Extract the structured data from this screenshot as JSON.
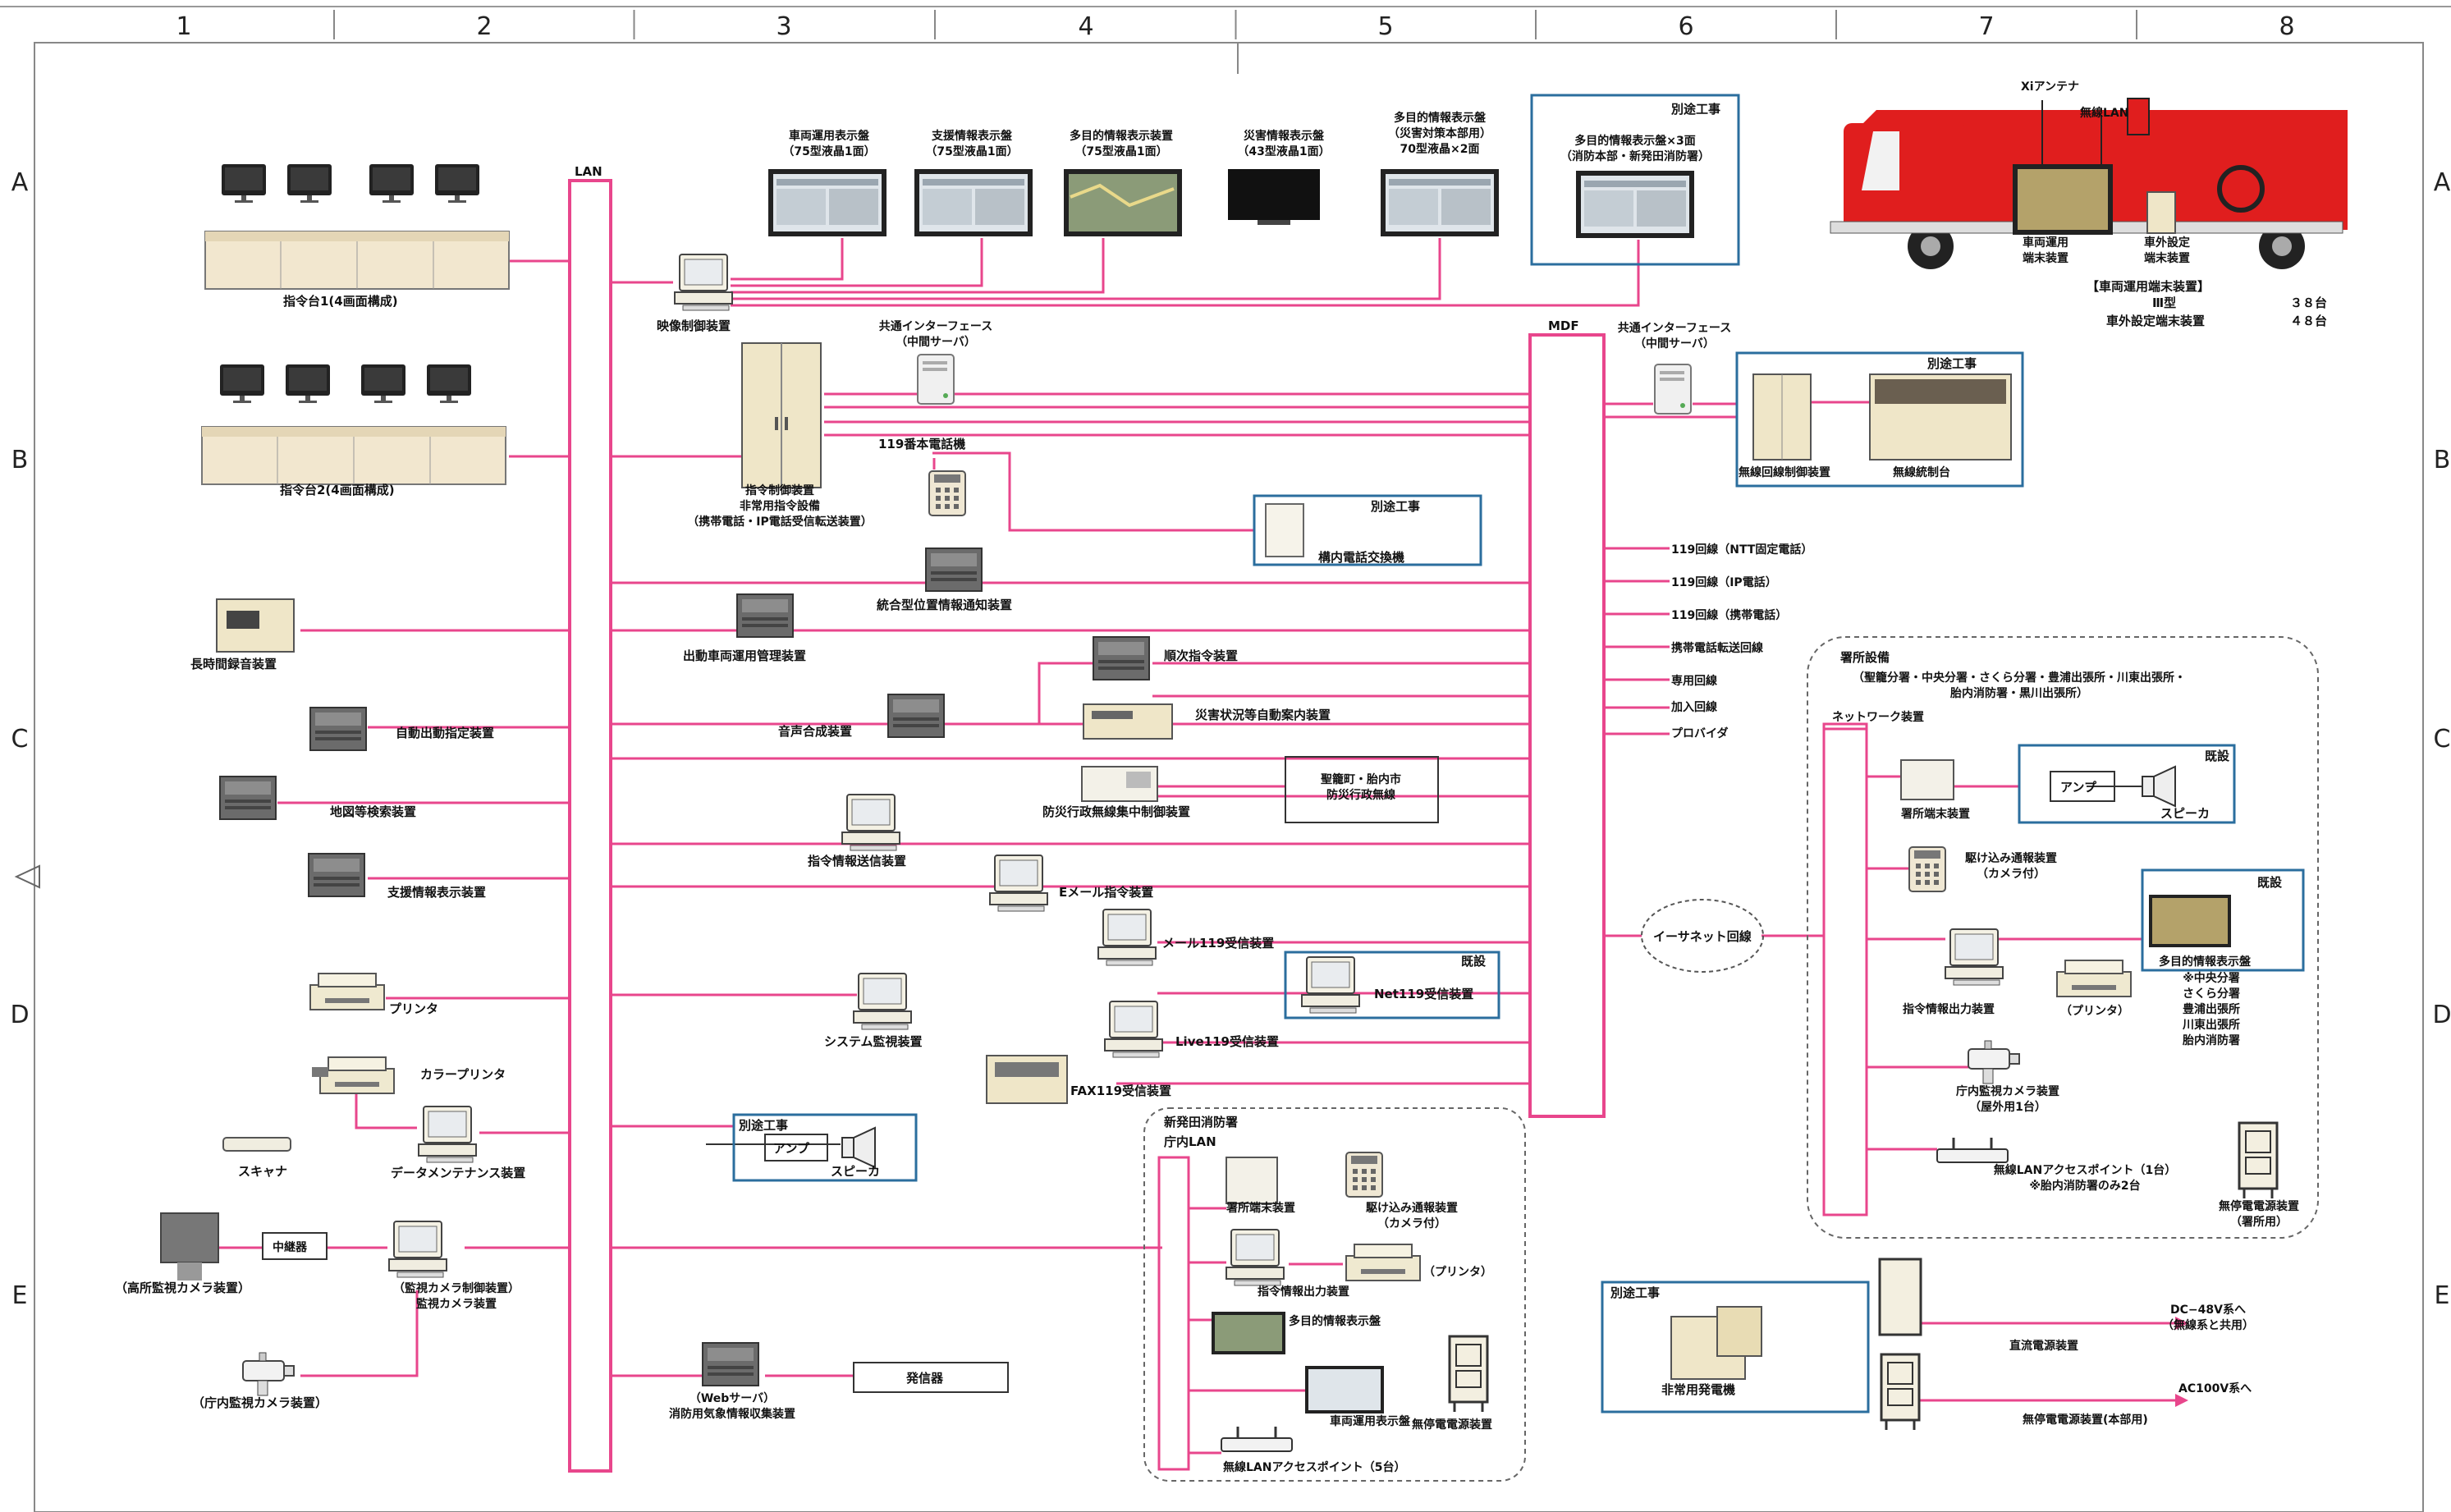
{
  "grid": {
    "columns": [
      "1",
      "2",
      "3",
      "4",
      "5",
      "6",
      "7",
      "8"
    ],
    "rows": [
      "A",
      "B",
      "C",
      "D",
      "E"
    ]
  },
  "colors": {
    "line": "#e8468c",
    "box_border": "#2b6e9e",
    "bus": "#e8468c"
  },
  "lan_label": "LAN",
  "mdf_label": "MDF",
  "consoles": [
    {
      "label": "指令台1(4画面構成)"
    },
    {
      "label": "指令台2(4画面構成)"
    }
  ],
  "displays": [
    {
      "label": "車両運用表示盤\n（75型液晶1面）"
    },
    {
      "label": "支援情報表示盤\n（75型液晶1面）"
    },
    {
      "label": "多目的情報表示装置\n（75型液晶1面）"
    },
    {
      "label": "災害情報表示盤\n（43型液晶1面）"
    },
    {
      "label": "多目的情報表示盤\n（災害対策本部用）\n70型液晶×2面"
    }
  ],
  "separate_display": {
    "tag": "別途工事",
    "label": "多目的情報表示盤×3面\n（消防本部・新発田消防署）"
  },
  "video_ctrl": "映像制御装置",
  "common_if_left": "共通インターフェース\n（中間サーバ）",
  "common_if_right": "共通インターフェース\n（中間サーバ）",
  "cmd_ctrl": "指令制御装置\n非常用指令設備\n（携帯電話・IP電話受信転送装置）",
  "phone119": "119番本電話機",
  "pbx": {
    "tag": "別途工事",
    "label": "構内電話交換機"
  },
  "radio_box": {
    "tag": "別途工事",
    "ctrl": "無線回線制御装置",
    "desk": "無線統制台"
  },
  "truck": {
    "antenna": "Xiアンテナ",
    "wlan": "無線LAN",
    "terminal": "車両運用\n端末装置",
    "ext": "車外設定\n端末装置",
    "spec_title": "【車両運用端末装置】",
    "spec_rows": [
      {
        "name": "Ⅲ型",
        "count": "３８台"
      },
      {
        "name": "車外設定端末装置",
        "count": "４８台"
      }
    ]
  },
  "lines": [
    "119回線（NTT固定電話）",
    "119回線（IP電話）",
    "119回線（携帯電話）",
    "携帯電話転送回線",
    "専用回線",
    "加入回線",
    "プロバイダ"
  ],
  "left_devices": [
    "長時間録音装置",
    "自動出動指定装置",
    "地図等検索装置",
    "支援情報表示装置",
    "プリンタ",
    "カラープリンタ",
    "スキャナ",
    "データメンテナンス装置",
    "（高所監視カメラ装置）",
    "中継器",
    "（監視カメラ制御装置）\n監視カメラ装置",
    "（庁内監視カメラ装置）"
  ],
  "center_devices": [
    "統合型位置情報通知装置",
    "出動車両運用管理装置",
    "順次指令装置",
    "音声合成装置",
    "災害状況等自動案内装置",
    "防災行政無線集中制御装置",
    "指令情報送信装置",
    "Eメール指令装置",
    "メール119受信装置",
    "システム監視装置",
    "Live119受信装置",
    "FAX119受信装置",
    "（Webサーバ）\n消防用気象情報収集装置",
    "発信器"
  ],
  "net119": {
    "tag": "既設",
    "label": "Net119受信装置"
  },
  "musen": "聖籠町・胎内市\n防災行政無線",
  "amp_box": {
    "tag": "別途工事",
    "amp": "アンプ",
    "spk": "スピーカ"
  },
  "shibata": {
    "title": "新発田消防署",
    "lan": "庁内LAN",
    "items": [
      "署所端末装置",
      "駆け込み通報装置\n（カメラ付）",
      "指令情報出力装置",
      "（プリンタ）",
      "多目的情報表示盤",
      "車両運用表示盤",
      "無停電電源装置",
      "無線LANアクセスポイント（5台）"
    ]
  },
  "ethernet": "イーサネット回線",
  "stations": {
    "title": "署所設備",
    "subtitle": "（聖籠分署・中央分署・さくら分署・豊浦出張所・川東出張所・\n胎内消防署・黒川出張所）",
    "net": "ネットワーク装置",
    "items": [
      "署所端末装置",
      "駆け込み通報装置\n（カメラ付）",
      "指令情報出力装置",
      "（プリンタ）",
      "庁内監視カメラ装置\n（屋外用1台）",
      "無線LANアクセスポイント（1台）\n※胎内消防署のみ2台",
      "無停電電源装置\n（署所用）"
    ],
    "amp_tag": "既設",
    "amp": "アンプ",
    "spk": "スピーカ",
    "disp_tag": "既設",
    "disp": "多目的情報表示盤",
    "disp_note": "※中央分署\nさくら分署\n豊浦出張所\n川東出張所\n胎内消防署"
  },
  "power": {
    "tag": "別途工事",
    "gen": "非常用発電機",
    "dc": "直流電源装置",
    "dc_out": "DC−48V系へ\n（無線系と共用）",
    "ups": "無停電電源装置(本部用)",
    "ac_out": "AC100V系へ"
  }
}
